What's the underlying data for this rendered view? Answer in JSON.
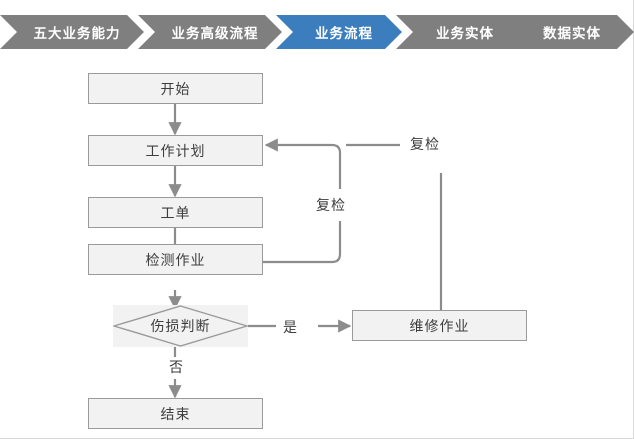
{
  "breadcrumb": {
    "items": [
      {
        "label": "五大业务能力",
        "state": "inactive",
        "color": "#7f7f7f"
      },
      {
        "label": "业务高级流程",
        "state": "inactive",
        "color": "#7f7f7f"
      },
      {
        "label": "业务流程",
        "state": "active",
        "color": "#3b7dbd"
      },
      {
        "label": "业务实体",
        "state": "inactive",
        "color": "#7f7f7f"
      },
      {
        "label": "数据实体",
        "state": "inactive",
        "color": "#7f7f7f"
      }
    ],
    "active_index": 2,
    "active_color": "#3b7dbd",
    "inactive_color": "#7f7f7f",
    "text_color": "#ffffff"
  },
  "flowchart": {
    "node_fill": "#f2f2f2",
    "node_border": "#9a9a9a",
    "connector_color": "#8c8c8c",
    "nodes": {
      "start": "开始",
      "work_plan": "工作计划",
      "work_order": "工单",
      "inspection": "检测作业",
      "decision": "伤损判断",
      "repair": "维修作业",
      "end": "结束"
    },
    "edge_labels": {
      "recheck_inner": "复检",
      "recheck_outer": "复检",
      "yes": "是",
      "no": "否"
    }
  }
}
